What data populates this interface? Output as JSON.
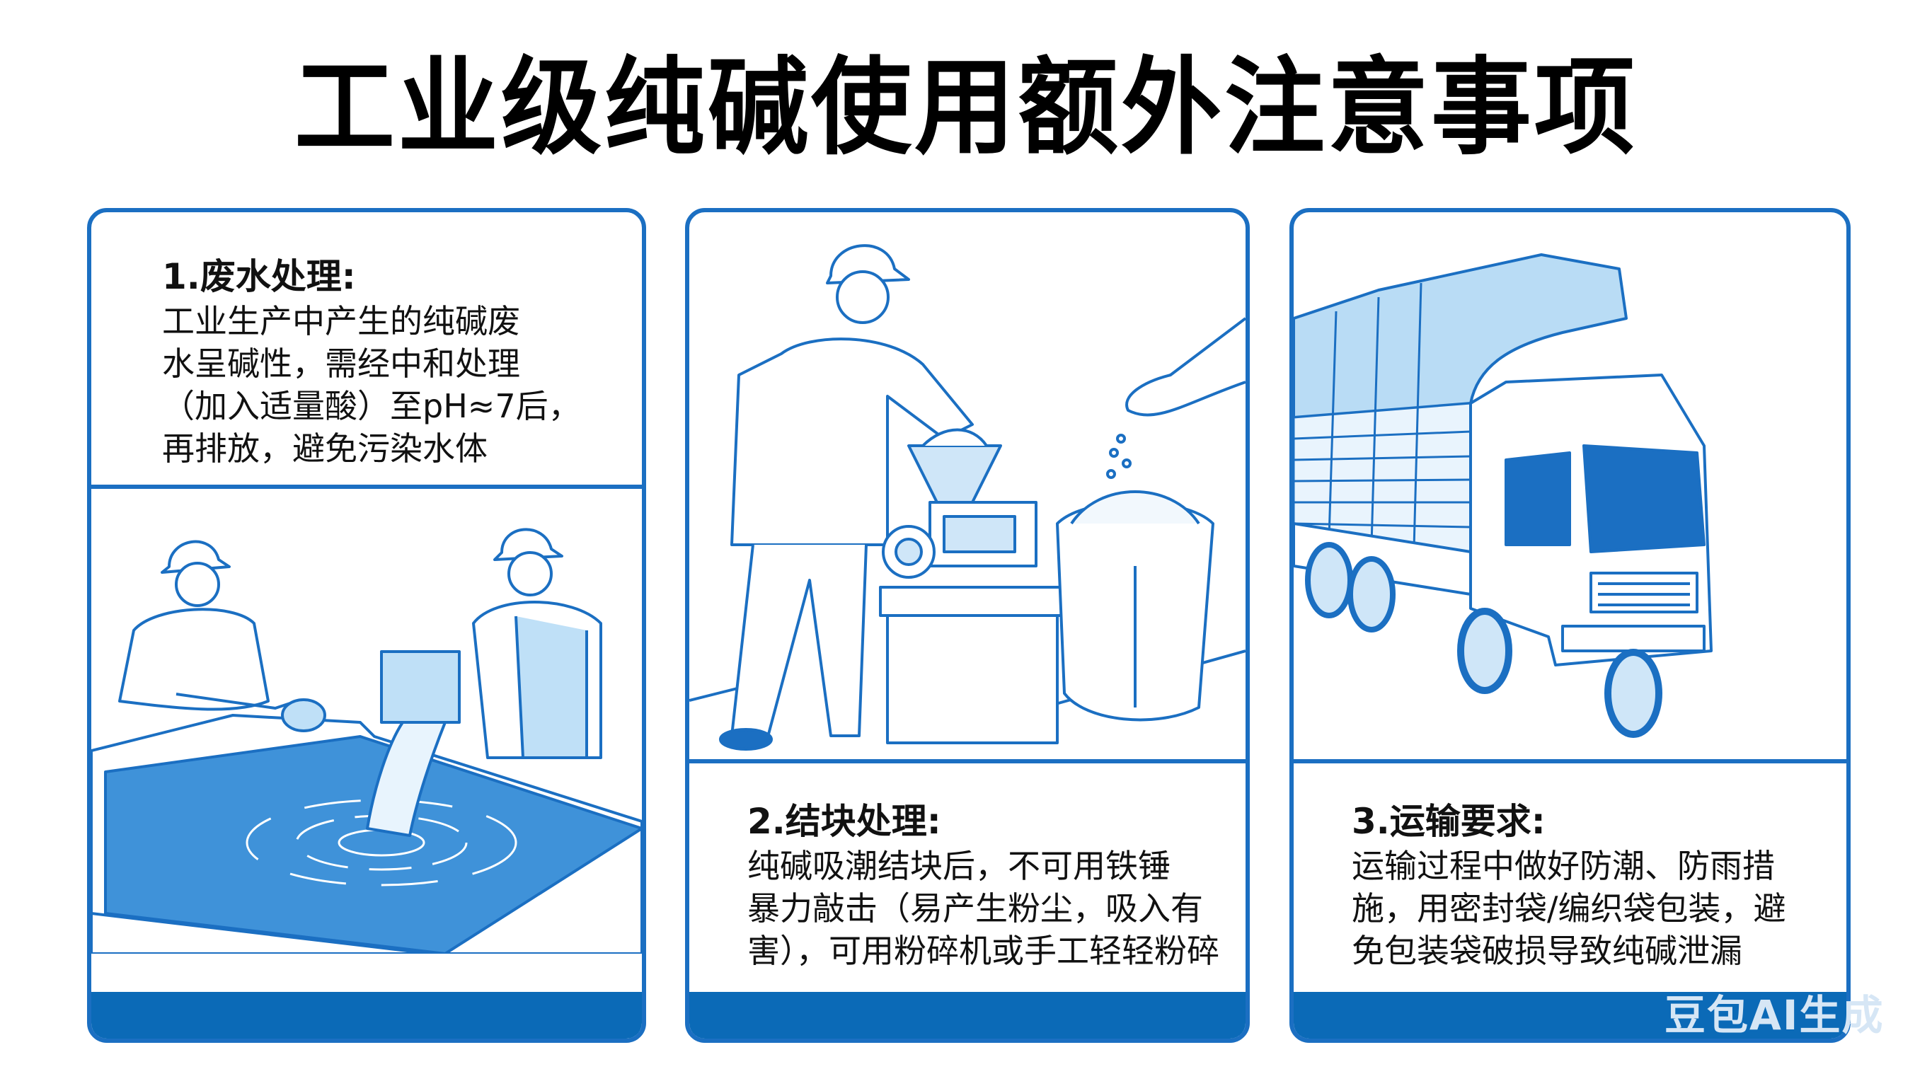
{
  "title": "工业级纯碱使用额外注意事项",
  "colors": {
    "accent": "#1b6fc2",
    "bar": "#0b6ab7",
    "water": "#4a9be0",
    "light_fill": "#bfe0f7"
  },
  "panels": [
    {
      "heading": "1.废水处理:",
      "lines": [
        "工业生产中产生的纯碱废",
        "水呈碱性，需经中和处理",
        "（加入适量酸）至pH≈7后，",
        "再排放，避免污染水体"
      ],
      "illustration": "workers-neutralizing-wastewater-tank"
    },
    {
      "heading": "2.结块处理:",
      "lines": [
        "纯碱吸潮结块后，不可用铁锤",
        "暴力敲击（易产生粉尘，吸入有",
        "害），可用粉碎机或手工轻轻粉碎"
      ],
      "illustration": "worker-using-grinder-with-soda-bag"
    },
    {
      "heading": "3.运输要求:",
      "lines": [
        "运输过程中做好防潮、防雨措",
        "施，用密封袋/编织袋包装，避",
        "免包装袋破损导致纯碱泄漏"
      ],
      "illustration": "covered-truck-loaded-with-bags"
    }
  ],
  "watermark": "豆包AI生成"
}
